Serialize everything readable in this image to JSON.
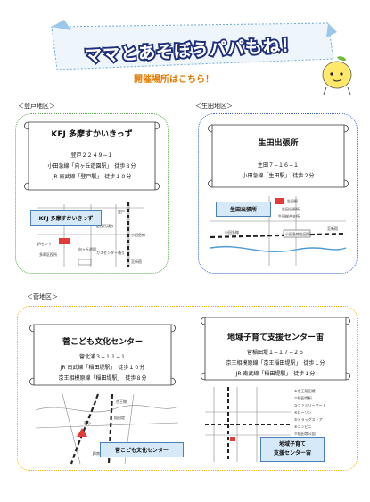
{
  "banner": {
    "title": "ママとあそぼうパパもね！",
    "subtitle": "開催場所はこちら！"
  },
  "regions": {
    "noborito": "＜登戸地区＞",
    "ikuta": "＜生田地区＞",
    "suge": "＜菅地区＞"
  },
  "venues": {
    "kfj": {
      "name": "KFJ 多摩すかいきっず",
      "address": "登戸２２４９−１",
      "line1": "小田急線「向ヶ丘遊園駅」　徒歩８分",
      "line2": "JR 南武線「登戸駅」　徒歩１０分",
      "map_label": "KFJ 多摩すかいきっず",
      "map_texts": [
        "登戸",
        "JAセレサ",
        "多摩区役所",
        "小田急線",
        "至新宿",
        "向ヶ丘遊園",
        "ガスセンター通り",
        "区役所通り"
      ]
    },
    "ikuta": {
      "name": "生田出張所",
      "address": "生田７−１６−１",
      "line1": "小田急線「生田駅」　徒歩２分",
      "map_label": "生田出張所",
      "map_texts": [
        "生田駅",
        "小田急線",
        "生田総合支所",
        "至新宿",
        "小田急線生田駅",
        "生田出張所"
      ]
    },
    "suge_center": {
      "name": "菅こども文化センター",
      "address": "菅北浦３−１１−１",
      "line1": "JR 南武線「稲田堤駅」　徒歩１０分",
      "line2": "京王相模原線「稲田堤駅」　徒歩８分",
      "map_label": "菅こども文化センター",
      "map_texts": [
        "菅小",
        "稲田堤",
        "京王線",
        "JR南武線"
      ]
    },
    "tsubomi": {
      "name": "地域子育て支援センター宙",
      "address": "菅稲田堤１−１７−２５",
      "line1": "京王相模原線「京王稲田堤駅」　徒歩１分",
      "line2": "JR 南武線「稲田堤駅」　徒歩１分",
      "map_label_1": "地域子育て",
      "map_label_2": "支援センター宙",
      "map_legend": [
        "①京王稲田堤",
        "②稲田堤駅",
        "③ファミリーマート",
        "④ローソン",
        "⑤ドラッグストア",
        "⑥コンビニ",
        "⑦稲田堤公園"
      ]
    }
  }
}
